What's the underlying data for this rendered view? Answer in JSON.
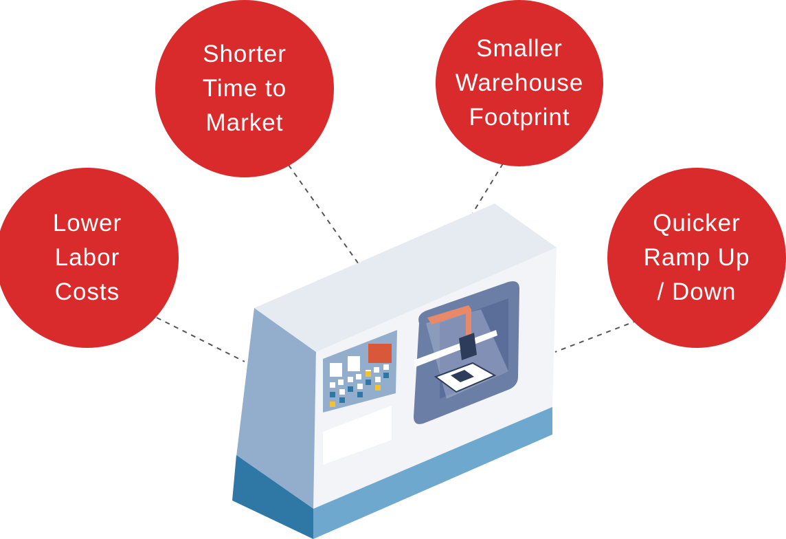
{
  "benefits": [
    {
      "id": "labor",
      "text": "Lower\nLabor\nCosts"
    },
    {
      "id": "time",
      "text": "Shorter\nTime to\nMarket"
    },
    {
      "id": "storage",
      "text": "Smaller\nWarehouse\nFootprint"
    },
    {
      "id": "ramp",
      "text": "Quicker\nRamp Up\n/ Down"
    }
  ],
  "colors": {
    "bubble": "#d92b2b",
    "machine_front": "#f2f4f7",
    "machine_side": "#93aecd",
    "machine_top": "#e6ebf1",
    "machine_base": "#6ea8cf",
    "machine_base_dark": "#2f78a6",
    "connector": "#555555"
  }
}
